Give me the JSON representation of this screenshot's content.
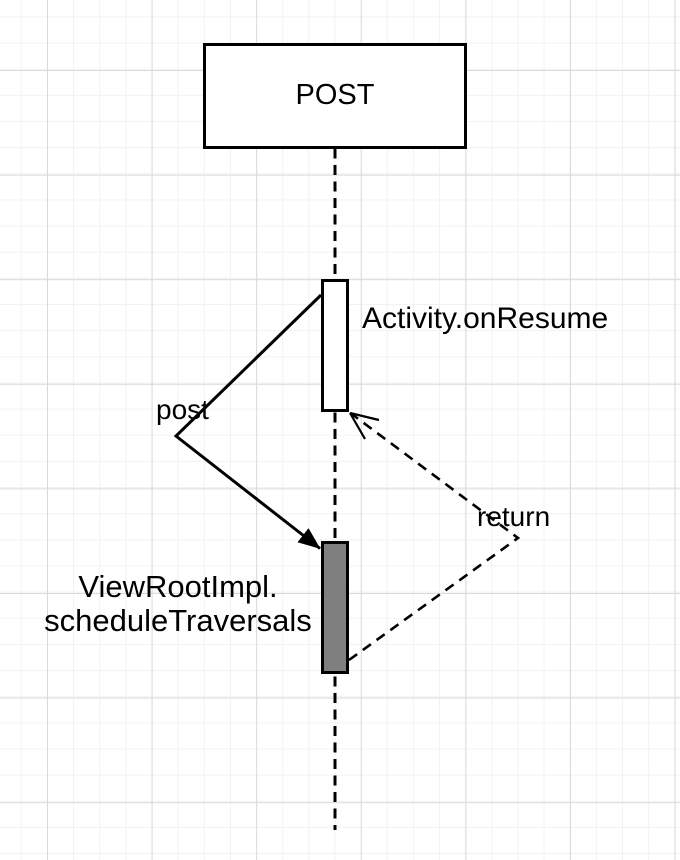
{
  "diagram": {
    "kind": "uml-sequence-diagram",
    "lifeline": {
      "head_label": "POST"
    },
    "activations": [
      {
        "id": "activity-onresume",
        "label": "Activity.onResume",
        "fill": "#ffffff"
      },
      {
        "id": "viewrootimpl-scheduletraversals",
        "label_lines": [
          "ViewRootImpl.",
          "scheduleTraversals"
        ],
        "fill": "#7f7f7f"
      }
    ],
    "messages": [
      {
        "id": "post-call",
        "label": "post",
        "line_style": "solid",
        "arrowhead": "filled"
      },
      {
        "id": "return-message",
        "label": "return",
        "line_style": "dashed",
        "arrowhead": "open"
      }
    ],
    "colors": {
      "stroke": "#000000",
      "activation_gray_fill": "#7f7f7f",
      "activation_white_fill": "#ffffff",
      "background": "#ffffff",
      "grid_minor": "#f2f2f2",
      "grid_major": "#d9d9d9"
    }
  }
}
